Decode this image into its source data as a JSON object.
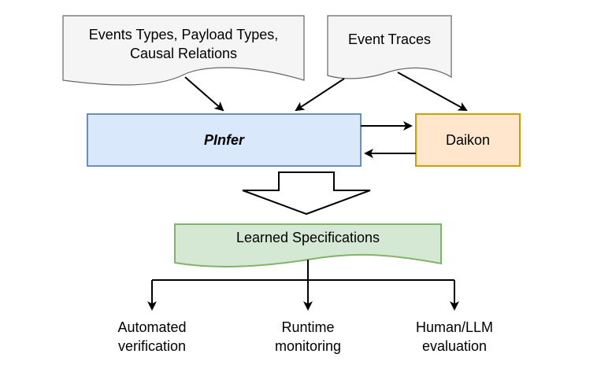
{
  "inputs": {
    "types_doc": {
      "lines": [
        "Events Types, Payload Types,",
        "Causal Relations"
      ],
      "fill": "#f5f5f5",
      "stroke": "#666666"
    },
    "traces_doc": {
      "label": "Event Traces",
      "fill": "#f5f5f5",
      "stroke": "#666666"
    }
  },
  "pinfer": {
    "label": "PInfer",
    "fill": "#dae8fc",
    "stroke": "#6c8ebf"
  },
  "daikon": {
    "label": "Daikon",
    "fill": "#ffe6cc",
    "stroke": "#d79b00"
  },
  "learned": {
    "label": "Learned Specifications",
    "fill": "#d5e8d4",
    "stroke": "#82b366"
  },
  "outputs": [
    {
      "lines": [
        "Automated",
        "verification"
      ]
    },
    {
      "lines": [
        "Runtime",
        "monitoring"
      ]
    },
    {
      "lines": [
        "Human/LLM",
        "evaluation"
      ]
    }
  ]
}
